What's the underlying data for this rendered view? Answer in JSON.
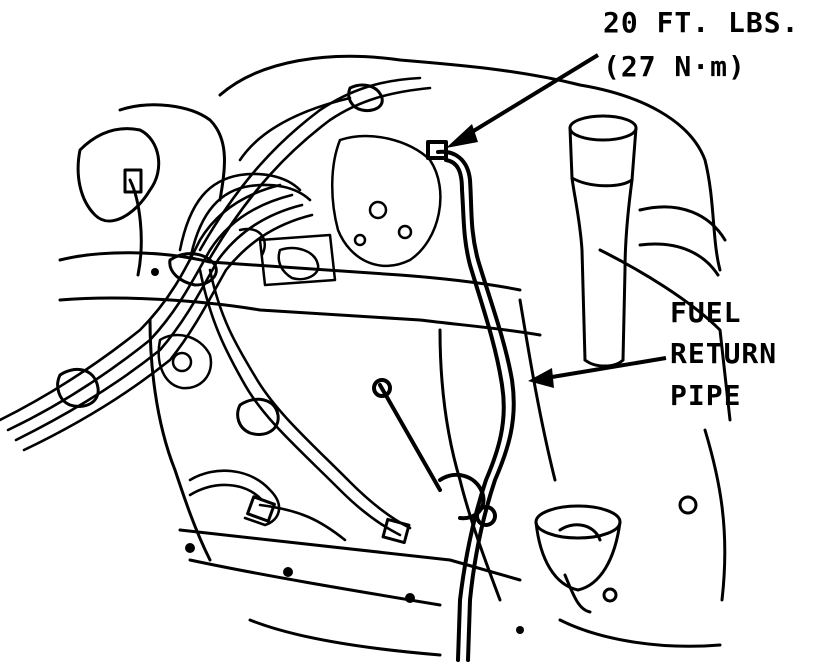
{
  "callouts": {
    "torque": {
      "line1": "20 FT. LBS.",
      "line2": "(27 N·m)"
    },
    "fuel_return_pipe": {
      "line1": "FUEL",
      "line2": "RETURN",
      "line3": "PIPE"
    }
  },
  "colors": {
    "ink": "#000000",
    "paper": "#ffffff"
  }
}
